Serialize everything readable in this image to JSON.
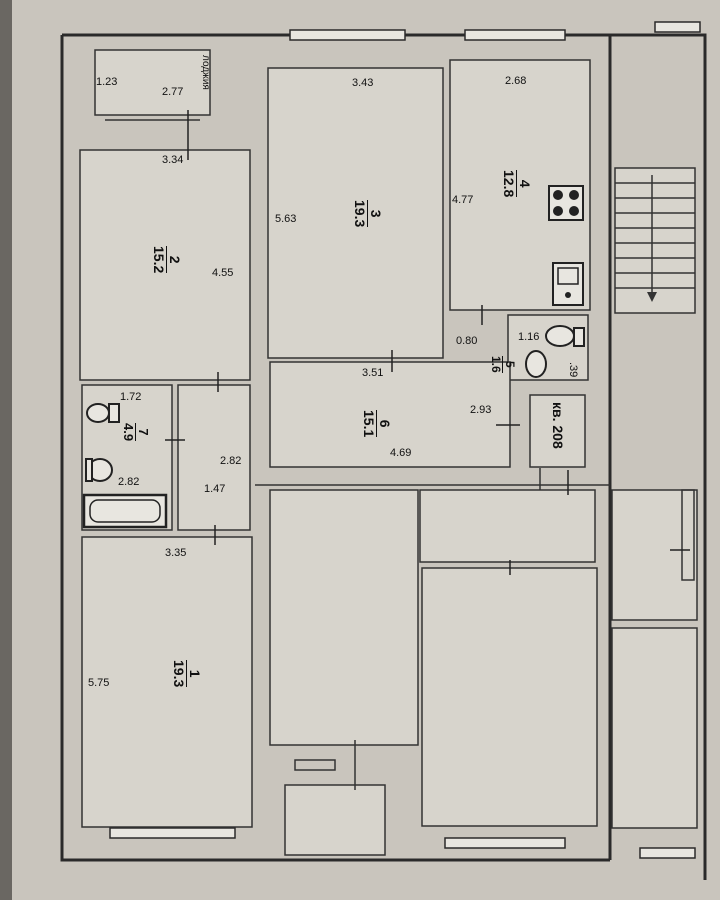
{
  "rooms": [
    {
      "number": "1",
      "area": "19.3"
    },
    {
      "number": "2",
      "area": "15.2"
    },
    {
      "number": "3",
      "area": "19.3"
    },
    {
      "number": "4",
      "area": "12.8"
    },
    {
      "number": "5",
      "area": "1.6"
    },
    {
      "number": "6",
      "area": "15.1"
    },
    {
      "number": "7",
      "area": "4.9"
    }
  ],
  "dimensions": {
    "d_1_23": "1.23",
    "d_2_77": "2.77",
    "d_3_43": "3.43",
    "d_2_68": "2.68",
    "d_3_34": "3.34",
    "d_5_63": "5.63",
    "d_4_77": "4.77",
    "d_4_55": "4.55",
    "d_0_80": "0.80",
    "d_1_16": "1.16",
    "d_39": ".39",
    "d_3_51": "3.51",
    "d_1_72": "1.72",
    "d_2_93": "2.93",
    "d_2_82_a": "2.82",
    "d_4_69": "4.69",
    "d_2_82_b": "2.82",
    "d_1_47": "1.47",
    "d_3_35": "3.35",
    "d_5_75": "5.75"
  },
  "labels": {
    "loggia": "лоджия",
    "apartment": "кв. 208"
  }
}
